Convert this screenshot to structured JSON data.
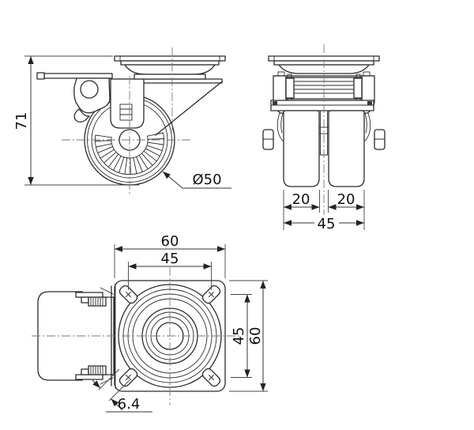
{
  "drawing": {
    "kind": "caster-wheel-technical-drawing",
    "colors": {
      "background": "#ffffff",
      "object_line": "#2b2b2b",
      "dimension_line": "#333333",
      "dimension_text": "#111111",
      "centerline": "#777777"
    },
    "views": {
      "side": {
        "dims": {
          "overall_height": "71",
          "wheel_diameter": "Ø50"
        }
      },
      "front": {
        "dims": {
          "left_wheel_width": "20",
          "right_wheel_width": "20",
          "overall_wheel_span": "45"
        }
      },
      "top": {
        "dims": {
          "plate_width": "60",
          "bolt_hole_spacing_x": "45",
          "bolt_hole_spacing_y": "45",
          "plate_depth": "60",
          "bolt_slot_width": "6.4"
        }
      }
    }
  }
}
